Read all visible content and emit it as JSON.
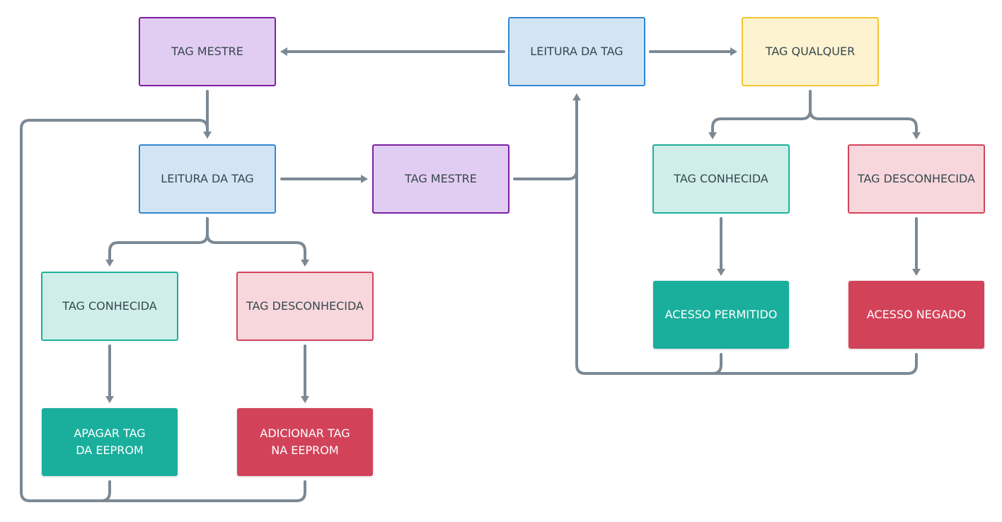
{
  "colors": {
    "connector": "#7b8995",
    "master": "#7b1fa2",
    "read": "#3287d1",
    "any": "#f4c534",
    "known": "#1cb09c",
    "unknown": "#d3435a"
  },
  "nodes": {
    "tag_mestre_top": "TAG MESTRE",
    "leitura_top": "LEITURA DA TAG",
    "tag_qualquer": "TAG QUALQUER",
    "leitura_left": "LEITURA DA TAG",
    "tag_mestre_mid": "TAG MESTRE",
    "conhecida_left": "TAG CONHECIDA",
    "desconhecida_left": "TAG DESCONHECIDA",
    "apagar": "APAGAR TAG\nDA EEPROM",
    "adicionar": "ADICIONAR TAG\nNA EEPROM",
    "conhecida_right": "TAG CONHECIDA",
    "desconhecida_right": "TAG DESCONHECIDA",
    "permitido": "ACESSO PERMITIDO",
    "negado": "ACESSO NEGADO"
  }
}
